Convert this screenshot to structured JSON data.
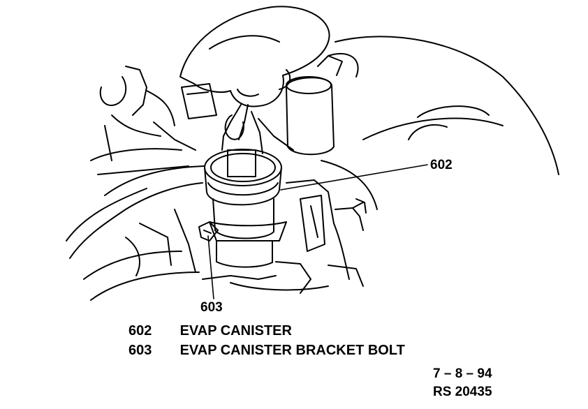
{
  "callouts": {
    "c602": "602",
    "c603": "603"
  },
  "legend": [
    {
      "num": "602",
      "label": "EVAP CANISTER"
    },
    {
      "num": "603",
      "label": "EVAP CANISTER BRACKET BOLT"
    }
  ],
  "footer": {
    "date": "7 – 8 – 94",
    "ref": "RS 20435"
  }
}
